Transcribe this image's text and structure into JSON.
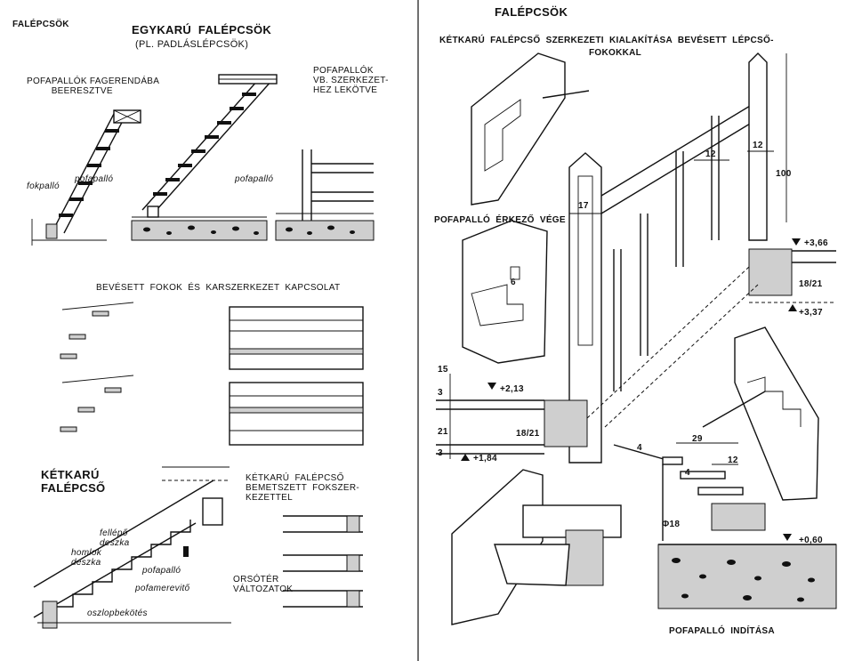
{
  "left": {
    "title_main": "FALÉPCSÖK",
    "title_one_run": "EGYKARÚ  FALÉPCSÖK",
    "title_one_run_sub": "(PL. PADLÁSLÉPCSÖK)",
    "label_beam_mounted": "POFAPALLÓK FAGERENDÁBA\n         BEERESZTVE",
    "label_concrete": "POFAPALLÓK\nVB. SZERKEZET-\nHEZ LEKÖTVE",
    "label_fokpallo": "fokpalló",
    "label_pofapallo_a": "pofapalló",
    "label_pofapallo_b": "pofapalló",
    "heading_joint": "BEVÉSETT  FOKOK  ÉS  KARSZERKEZET  KAPCSOLAT",
    "title_two_run": "KÉTKARÚ\nFALÉPCSŐ",
    "label_fellepo": "fellépő\ndeszka",
    "label_homlok": "homlok\ndeszka",
    "label_pofapallo_c": "pofapalló",
    "label_merevito": "pofamerevitő",
    "label_oszlop": "oszlopbekötés",
    "title_notched": "KÉTKARÚ  FALÉPCSŐ\nBEMETSZETT  FOKSZER-\nKEZETTEL",
    "label_orsoter": "ORSÓTÉR\nVÁLTOZATOK"
  },
  "right": {
    "title_main": "FALÉPCSÖK",
    "subtitle_line1": "KÉTKARÚ  FALÉPCSŐ  SZERKEZETI  KIALAKÍTÁSA  BEVÉSETT  LÉPCSŐ-",
    "subtitle_line2": "FOKOKKAL",
    "label_end": "POFAPALLÓ  ÉRKEZŐ  VÉGE",
    "label_start": "POFAPALLÓ  INDÍTÁSA",
    "dim_17": "17",
    "dim_12a": "12",
    "dim_12b": "12",
    "dim_12c": "12",
    "dim_100": "100",
    "dim_29": "29",
    "dim_4a": "4",
    "dim_4b": "4",
    "dim_18_21a": "18/21",
    "dim_18_21b": "18/21",
    "dim_15": "15",
    "dim_3a": "3",
    "dim_3b": "3",
    "dim_21": "21",
    "dim_phi18": "Φ18",
    "dim_6": "6",
    "level_366": "+3,66",
    "level_337": "+3,37",
    "level_213": "+2,13",
    "level_184": "+1,84",
    "level_060": "+0,60"
  }
}
